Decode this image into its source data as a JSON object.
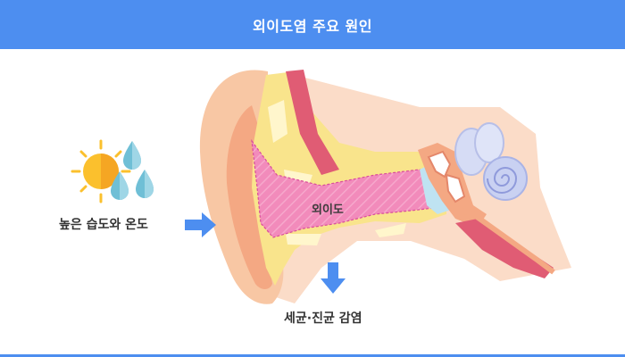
{
  "header": {
    "title": "외이도염 주요 원인"
  },
  "labels": {
    "cause": "높은 습도와 온도",
    "canal": "외이도",
    "infection": "세균·진균 감염"
  },
  "icons": {
    "sun": "sun-icon",
    "drops": "water-drop-icon",
    "arrow_right": "arrow-right-icon",
    "arrow_down": "arrow-down-icon"
  },
  "colors": {
    "header": "#4d8ef0",
    "canal": "#f08cb8",
    "skin": "#f8c7a4",
    "cartilage": "#f9e48c",
    "sun": "#fbc02d",
    "drop": "#6fbfd6"
  }
}
